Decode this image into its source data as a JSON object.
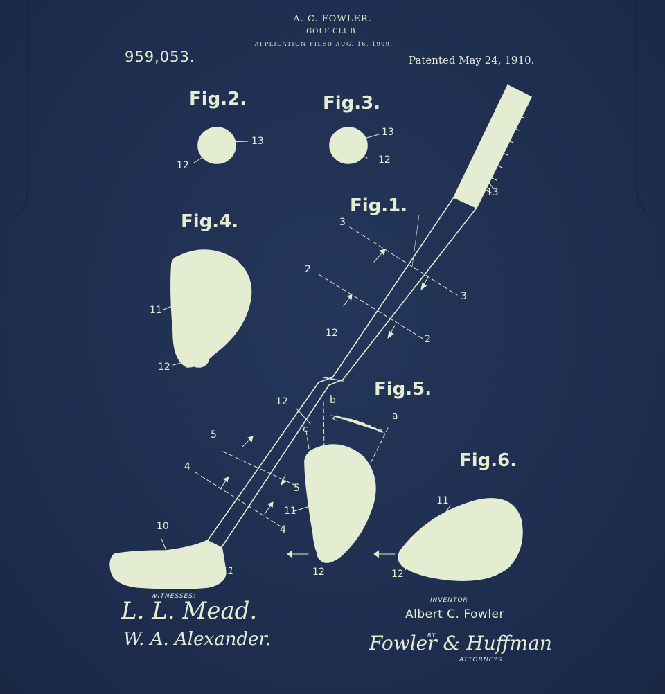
{
  "header": {
    "inventor_name": "A. C. FOWLER.",
    "invention": "GOLF CLUB.",
    "filed": "APPLICATION FILED AUG. 16, 1909.",
    "patent_number": "959,053.",
    "patent_date": "Patented May 24, 1910."
  },
  "figures": {
    "fig1": "Fig.1.",
    "fig2": "Fig.2.",
    "fig3": "Fig.3.",
    "fig4": "Fig.4.",
    "fig5": "Fig.5.",
    "fig6": "Fig.6."
  },
  "numbers": {
    "n13": "13",
    "n12": "12",
    "n11": "11",
    "n10": "10",
    "n2": "2",
    "n3": "3",
    "n4": "4",
    "n5": "5",
    "na": "a",
    "nb": "b",
    "nc": "c",
    "n11_italic": "11"
  },
  "footer": {
    "witnesses_label": "WITNESSES:",
    "witness_1": "L. L. Mead.",
    "witness_2": "W. A. Alexander.",
    "inventor_label": "INVENTOR",
    "inventor": "Albert C. Fowler",
    "by_label": "BY",
    "attorneys_signature": "Fowler & Huffman",
    "attorneys_label": "ATTORNEYS"
  },
  "colors": {
    "background": "#1e2d4c",
    "ink": "#e4ecd2"
  }
}
